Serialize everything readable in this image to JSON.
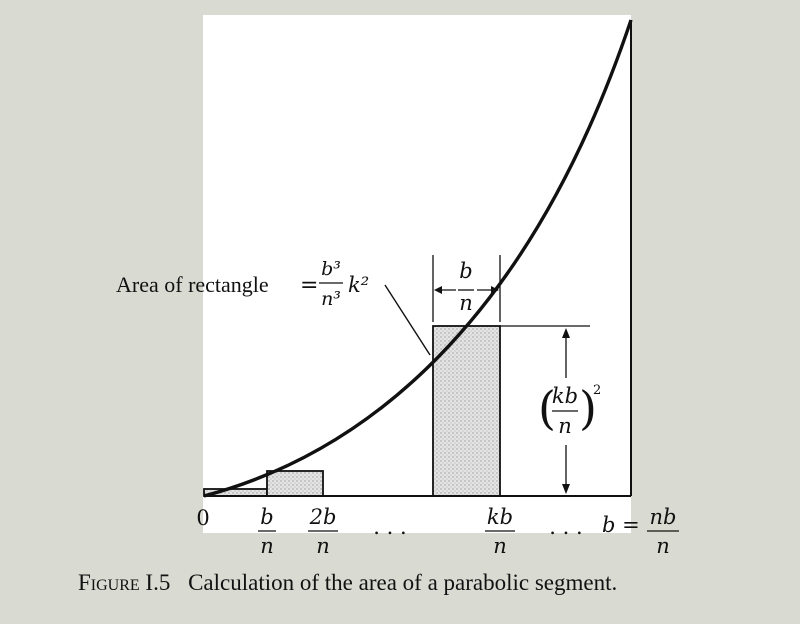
{
  "figure": {
    "area_label": "Area of rectangle",
    "equals": "=",
    "formula_numerator": "b³",
    "formula_denominator": "n³",
    "formula_k2": "k²",
    "width_label_num": "b",
    "width_label_den": "n",
    "height_label_num": "kb",
    "height_label_den": "n",
    "height_label_exp": "2",
    "x_labels": {
      "zero": "0",
      "b_num": "b",
      "b_den": "n",
      "twob_num": "2b",
      "twob_den": "n",
      "dots1": ". . .",
      "kb_num": "kb",
      "kb_den": "n",
      "dots2": ". . .",
      "bequals_lhs": "b =",
      "nb_num": "nb",
      "nb_den": "n"
    }
  },
  "caption": {
    "label": "Figure I.5",
    "text": "Calculation of the area of a parabolic segment."
  },
  "colors": {
    "background": "#d9dad2",
    "panel": "#ffffff",
    "ink": "#111111",
    "shading": "#cfcfcf"
  }
}
